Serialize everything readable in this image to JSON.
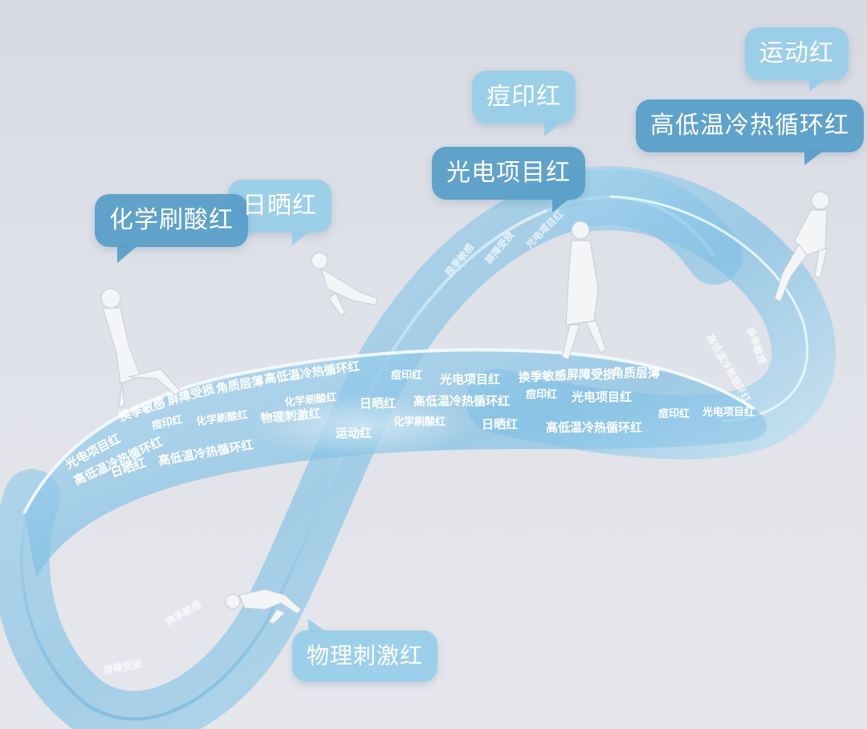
{
  "labels": {
    "yundong": "运动红",
    "douyin": "痘印红",
    "gaodi": "高低温冷热循环红",
    "guangdian": "光电项目红",
    "rishai": "日晒红",
    "huaxue": "化学刷酸红",
    "wuli": "物理刺激红"
  },
  "ribbon_text": {
    "t1": "换季敏感",
    "t2": "屏障受损",
    "t3": "角质层薄",
    "t4": "高低温冷热循环红",
    "t5": "痘印红",
    "t6": "光电项目红",
    "t7": "化学刷酸红",
    "t8": "日晒红",
    "t9": "物理刺激红",
    "t10": "运动红"
  },
  "colors": {
    "bubble_dark": "#589ec8",
    "bubble_light": "#96cde8",
    "ribbon": "#8cc6e6"
  }
}
